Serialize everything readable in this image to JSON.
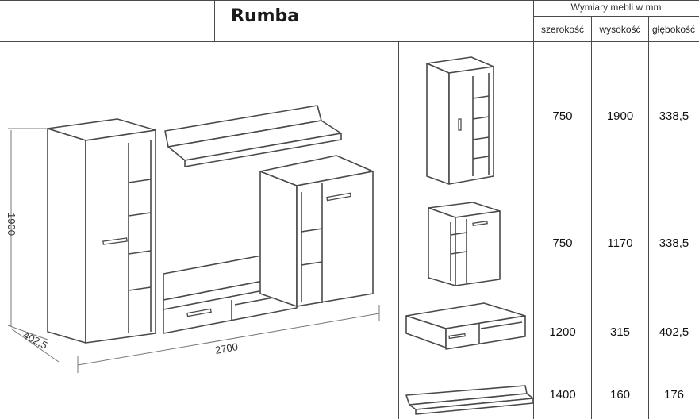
{
  "product_name": "Rumba",
  "dimensions_header": "Wymiary mebli w mm",
  "columns": [
    "szerokość",
    "wysokość",
    "głębokość"
  ],
  "rows": [
    {
      "name": "tall-cabinet",
      "width": "750",
      "height": "1900",
      "depth": "338,5"
    },
    {
      "name": "short-cabinet",
      "width": "750",
      "height": "1170",
      "depth": "338,5"
    },
    {
      "name": "tv-bench",
      "width": "1200",
      "height": "315",
      "depth": "402,5"
    },
    {
      "name": "wall-shelf",
      "width": "1400",
      "height": "160",
      "depth": "176"
    }
  ],
  "set_dimensions": {
    "height": "1900",
    "width": "2700",
    "depth": "402,5"
  }
}
